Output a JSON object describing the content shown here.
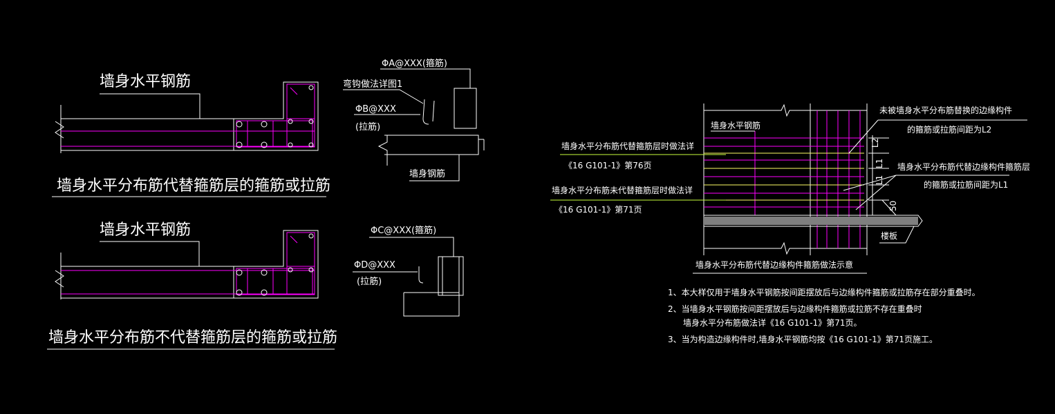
{
  "colors": {
    "background": "#000000",
    "line": "#ffffff",
    "rebar": "#ff00ff",
    "dimension": "#c8ff3c",
    "slab": "#808080"
  },
  "top_left": {
    "label": "墙身水平钢筋",
    "caption": "墙身水平分布筋代替箍筋层的箍筋或拉筋"
  },
  "bottom_left": {
    "label": "墙身水平钢筋",
    "caption": "墙身水平分布筋不代替箍筋层的箍筋或拉筋"
  },
  "detail_a": {
    "stirrup": "ΦA@XXX(箍筋)",
    "hook_note": "弯钩做法详图1",
    "tie": "ΦB@XXX",
    "tie_sub": "(拉筋)",
    "wall_rebar": "墙身钢筋"
  },
  "detail_c": {
    "stirrup": "ΦC@XXX(箍筋)",
    "tie": "ΦD@XXX",
    "tie_sub": "(拉筋)"
  },
  "right": {
    "wall_label": "墙身水平钢筋",
    "note_replace_1": "墙身水平分布筋代替箍筋层时做法详",
    "note_replace_2": "《16 G101-1》第76页",
    "note_not_replace_1": "墙身水平分布筋未代替箍筋层时做法详",
    "note_not_replace_2": "《16 G101-1》第71页",
    "edge_l2_1": "未被墙身水平分布筋替换的边缘构件",
    "edge_l2_2": "的箍筋或拉筋间距为L2",
    "edge_l1_1": "墙身水平分布筋代替边缘构件箍筋层",
    "edge_l1_2": "的箍筋或拉筋间距为L1",
    "dim_l2": "L2",
    "dim_l1a": "L1",
    "dim_l1b": "L1",
    "dim_50": "50",
    "slab": "楼板",
    "caption": "墙身水平分布筋代替边缘构件箍筋做法示意",
    "notes": [
      "1、本大样仅用于墙身水平钢筋按间距摆放后与边缘构件箍筋或拉筋存在部分重叠时。",
      "2、当墙身水平钢筋按间距摆放后与边缘构件箍筋或拉筋不存在重叠时",
      "墙身水平分布筋做法详《16 G101-1》第71页。",
      "3、当为构造边缘构件时,墙身水平钢筋均按《16 G101-1》第71页施工。"
    ]
  }
}
